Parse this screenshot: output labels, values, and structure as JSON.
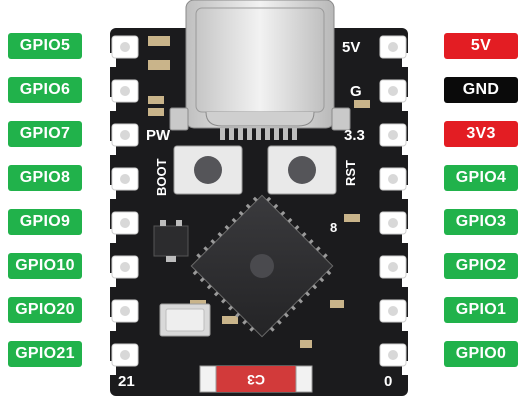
{
  "board": {
    "left_pins": [
      "GPIO5",
      "GPIO6",
      "GPIO7",
      "GPIO8",
      "GPIO9",
      "GPIO10",
      "GPIO20",
      "GPIO21"
    ],
    "right_pins": [
      {
        "label": "5V",
        "color": "#e31d23"
      },
      {
        "label": "GND",
        "color": "#0a0a0a"
      },
      {
        "label": "3V3",
        "color": "#e31d23"
      },
      {
        "label": "GPIO4",
        "color": "#21b24b"
      },
      {
        "label": "GPIO3",
        "color": "#21b24b"
      },
      {
        "label": "GPIO2",
        "color": "#21b24b"
      },
      {
        "label": "GPIO1",
        "color": "#21b24b"
      },
      {
        "label": "GPIO0",
        "color": "#21b24b"
      }
    ],
    "silkscreen": {
      "v5": "5V",
      "g": "G",
      "pw": "PW",
      "v33": "3.3",
      "boot": "BOOT",
      "rst": "RST",
      "num8": "8",
      "num21": "21",
      "num0": "0",
      "cap": "C3"
    },
    "colors": {
      "pcb": "#1b1b1d",
      "pad": "#ffffff",
      "usb": "#d9d9d9",
      "cap": "#d23a3a",
      "label_green": "#21b24b",
      "label_red": "#e31d23",
      "label_black": "#0a0a0a"
    }
  }
}
